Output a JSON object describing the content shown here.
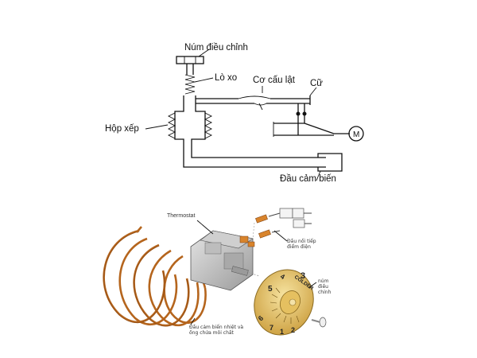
{
  "schematic": {
    "adjust_knob_label": "Núm điều chỉnh",
    "spring_label": "Lò xo",
    "toggle_label": "Cơ cấu lật",
    "stop_label": "Cữ",
    "bellows_label": "Hộp xếp",
    "sensor_head_label": "Đầu cảm biến",
    "motor_symbol": "M"
  },
  "illustration": {
    "thermostat_label": "Thermostat",
    "connector_label_line1": "Đầu nối tiếp",
    "connector_label_line2": "điểm điện",
    "knob_label_line1": "núm",
    "knob_label_line2": "điều",
    "knob_label_line3": "chỉnh",
    "capillary_label_line1": "Đầu cảm biến nhiệt và",
    "capillary_label_line2": "ống chứa môi chất",
    "dial_word": "COLDER",
    "dial_numbers": [
      "1",
      "2",
      "3",
      "4",
      "5",
      "6",
      "7"
    ]
  },
  "colors": {
    "copper": "#b5651d",
    "copper_dark": "#7a3e10",
    "dial_gold": "#e8c76a",
    "terminal_orange": "#d8842c"
  }
}
